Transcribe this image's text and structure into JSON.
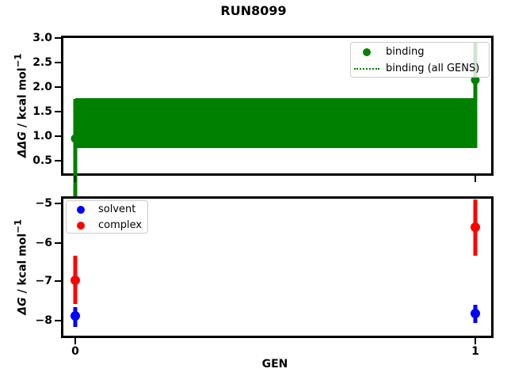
{
  "title": "RUN8099",
  "colors": {
    "binding": "#008000",
    "solvent": "#0000ff",
    "complex": "#ff0000",
    "spine": "#000000",
    "legend_border": "#cccccc"
  },
  "top_plot": {
    "ylabel_prefix": "ΔΔ",
    "ylabel_g": "G",
    "ylabel_rest": " / kcal mol",
    "ylabel_sup": "−1",
    "yticks": [
      "3.0",
      "2.5",
      "2.0",
      "1.5",
      "1.0",
      "0.5"
    ],
    "legend": {
      "binding": "binding",
      "all_gens": "binding (all GENS)"
    }
  },
  "bottom_plot": {
    "ylabel_prefix": "Δ",
    "ylabel_g": "G",
    "ylabel_rest": " / kcal mol",
    "ylabel_sup": "−1",
    "yticks": [
      "−5",
      "−6",
      "−7",
      "−8"
    ],
    "xticks": [
      "0",
      "1"
    ],
    "xlabel": "GEN",
    "legend": {
      "solvent": "solvent",
      "complex": "complex"
    }
  },
  "chart_data": [
    {
      "type": "scatter",
      "title": "RUN8099",
      "ylabel": "ΔΔG / kcal mol⁻¹",
      "xlabel": "",
      "x": [
        0,
        1
      ],
      "series": [
        {
          "name": "binding",
          "marker": "o",
          "color": "#008000",
          "y": [
            0.95,
            2.15
          ],
          "yerr": [
            0.62,
            0.77
          ]
        },
        {
          "name": "binding (all GENS)",
          "style": "dotted line with solid error band",
          "color": "#008000",
          "mean": 1.26,
          "err": 0.52,
          "band_low": 0.75,
          "band_high": 1.78,
          "band_x": [
            0,
            1
          ]
        }
      ],
      "ylim": [
        0.2,
        3.05
      ],
      "yticks": [
        0.5,
        1.0,
        1.5,
        2.0,
        2.5,
        3.0
      ],
      "xlim": [
        -0.03,
        1.04
      ],
      "grid": false,
      "legend_position": "upper right"
    },
    {
      "type": "scatter",
      "title": "",
      "ylabel": "ΔG / kcal mol⁻¹",
      "xlabel": "GEN",
      "x": [
        0,
        1
      ],
      "series": [
        {
          "name": "solvent",
          "marker": "o",
          "color": "#0000ff",
          "y": [
            -7.95,
            -7.83
          ],
          "yerr": [
            0.25,
            0.24
          ]
        },
        {
          "name": "complex",
          "marker": "o",
          "color": "#ff0000",
          "y": [
            -6.97,
            -5.62
          ],
          "yerr": [
            0.61,
            0.72
          ]
        }
      ],
      "ylim": [
        -8.4,
        -4.85
      ],
      "yticks": [
        -5,
        -6,
        -7,
        -8
      ],
      "xticks": [
        0,
        1
      ],
      "xlim": [
        -0.03,
        1.04
      ],
      "grid": false,
      "legend_position": "upper left"
    }
  ]
}
